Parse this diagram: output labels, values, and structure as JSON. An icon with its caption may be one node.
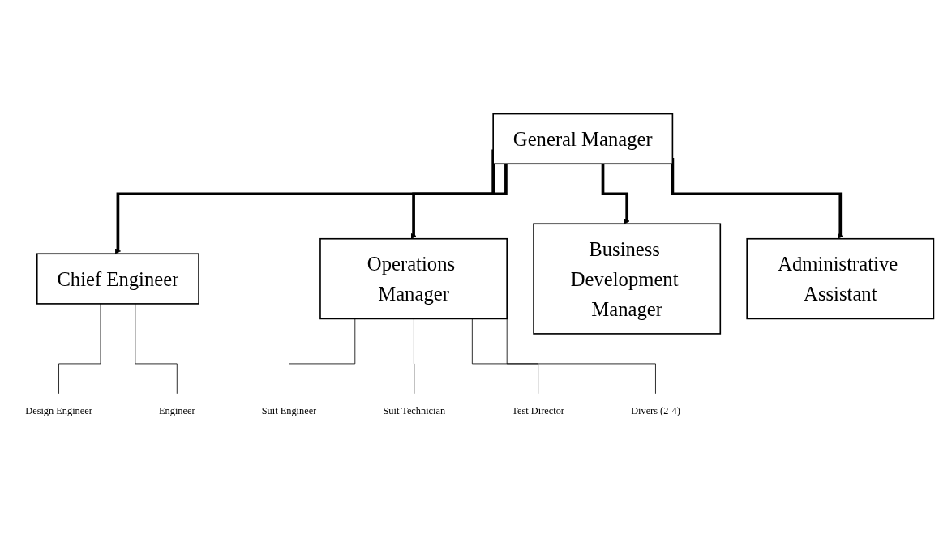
{
  "diagram": {
    "nodes": [
      {
        "text": [
          "General Manager"
        ]
      },
      {
        "text": [
          "Chief Engineer"
        ]
      },
      {
        "text": [
          "Operations Manager"
        ]
      },
      {
        "text": [
          "Business Development Manager"
        ]
      },
      {
        "text": [
          "Administrative Assistant"
        ]
      },
      {
        "text": [
          "Design Engineer"
        ]
      },
      {
        "text": [
          "Engineer"
        ]
      },
      {
        "text": [
          "Suit Engineer"
        ]
      },
      {
        "text": [
          "Suit Technician"
        ]
      },
      {
        "text": [
          "Test Director"
        ]
      },
      {
        "text": [
          "Divers (2-4)"
        ]
      }
    ],
    "edges": [
      {
        "from": 0,
        "to": 1,
        "arrow": "to",
        "style": "thick"
      },
      {
        "from": 0,
        "to": 2,
        "arrow": "to",
        "style": "thick"
      },
      {
        "from": 0,
        "to": 3,
        "arrow": "to",
        "style": "thick"
      },
      {
        "from": 0,
        "to": 4,
        "arrow": "to",
        "style": "thick"
      },
      {
        "from": 1,
        "to": 5,
        "arrow": "none"
      },
      {
        "from": 1,
        "to": 6,
        "arrow": "none"
      },
      {
        "from": 2,
        "to": 7,
        "arrow": "none"
      },
      {
        "from": 2,
        "to": 8,
        "arrow": "none"
      },
      {
        "from": 2,
        "to": 9,
        "arrow": "none"
      },
      {
        "from": 2,
        "to": 10,
        "arrow": "none"
      }
    ]
  }
}
